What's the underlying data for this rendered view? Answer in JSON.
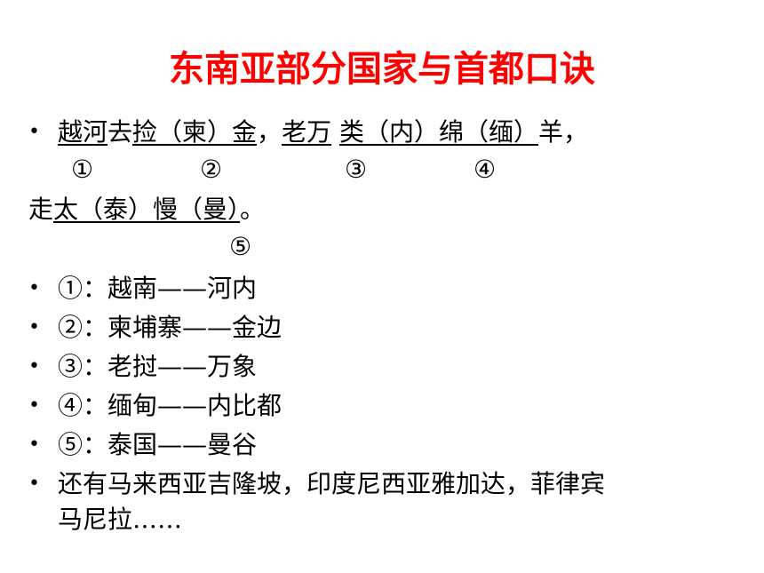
{
  "slide": {
    "title": "东南亚部分国家与首都口诀",
    "rhyme": {
      "line1": {
        "seg1": "越河",
        "seg2": "去",
        "seg3": "捡（柬）金",
        "seg4": "，",
        "seg5": "老万",
        "seg6": " ",
        "seg7": "类（内）绵（缅）",
        "seg8": "羊，"
      },
      "markers": [
        "①",
        "②",
        "③",
        "④",
        "⑤"
      ],
      "line2": {
        "seg1": "走",
        "seg2": "太（泰）慢（曼）",
        "seg3": "。"
      }
    },
    "bullet_symbol": "•",
    "items": [
      "①：越南——河内",
      "②：柬埔寨——金边",
      "③：老挝——万象",
      "④：缅甸——内比都",
      "⑤：泰国——曼谷"
    ],
    "last_item": {
      "line1": "还有马来西亚吉隆坡，印度尼西亚雅加达，菲律宾",
      "line2": "马尼拉……"
    }
  }
}
